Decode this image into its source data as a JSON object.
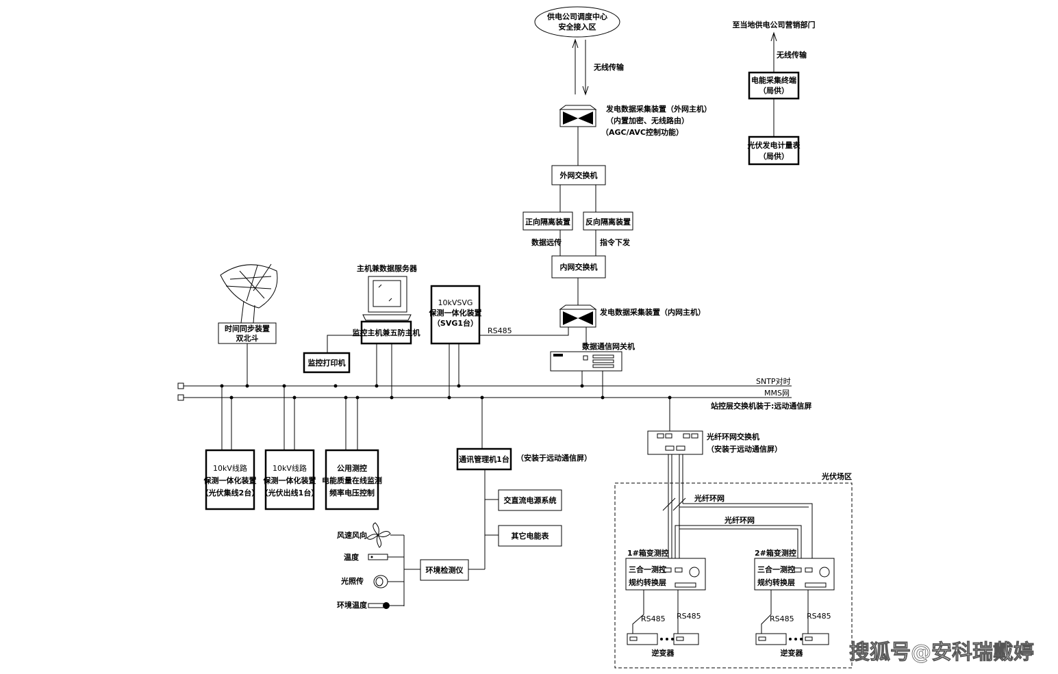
{
  "dispatch": {
    "line1": "供电公司调度中心",
    "line2": "安全接入区"
  },
  "wireless_top": "无线传输",
  "marketing": "至当地供电公司营销部门",
  "wireless_right": "无线传输",
  "energy_terminal": {
    "line1": "电能采集终端",
    "line2": "（局供）"
  },
  "pv_meter": {
    "line1": "光伏发电计量表",
    "line2": "（局供）"
  },
  "ext_host": {
    "line1": "发电数据采集装置（外网主机）",
    "line2": "（内置加密、无线路由）",
    "line3": "（AGC/AVC控制功能）"
  },
  "ext_switch": "外网交换机",
  "fwd_isolator": "正向隔离装置",
  "rev_isolator": "反向隔离装置",
  "data_up": "数据远传",
  "cmd_down": "指令下发",
  "int_switch": "内网交换机",
  "int_host": "发电数据采集装置（内网主机）",
  "gateway": "数据通信网关机",
  "server_title": "主机兼数据服务器",
  "monitor_host": "监控主机兼五防主机",
  "printer": "监控打印机",
  "time_sync": {
    "line1": "时间同步装置",
    "line2": "双北斗"
  },
  "svg": {
    "line1": "10kVSVG",
    "line2": "保测一体化装置",
    "line3": "（SVG1台）"
  },
  "rs485_top": "RS485",
  "sntp": "SNTP对时",
  "mms": "MMS网",
  "station_switch": "站控层交换机装于:远动通信屏",
  "line10kv_a": {
    "line1": "10kV线路",
    "line2": "保测一体化装置",
    "line3": "（光伏集线2台）"
  },
  "line10kv_b": {
    "line1": "10kV线路",
    "line2": "保测一体化装置",
    "line3": "（光伏出线1台）"
  },
  "public": {
    "line1": "公用测控",
    "line2": "电能质量在线监测",
    "line3": "频率电压控制"
  },
  "comm_mgr": "通讯管理机1台",
  "comm_mgr_note": "（安装于远动通信屏）",
  "power_sys": "交直流电源系统",
  "other_meter": "其它电能表",
  "env": "环境检测仪",
  "sensors": [
    "风速风向",
    "温度",
    "光照传",
    "环境温度"
  ],
  "fiber_switch": "光纤环网交换机",
  "fiber_switch_note": "（安装于远动通信屏）",
  "pv_area": "光伏场区",
  "fiber_ring1": "光纤环网",
  "fiber_ring2": "光纤环网",
  "box1": {
    "title": "1#箱变测控",
    "line1": "三合一测控",
    "line2": "规约转换层"
  },
  "box2": {
    "title": "2#箱变测控",
    "line1": "三合一测控",
    "line2": "规约转换层"
  },
  "rs485_labels": [
    "RS485",
    "RS485",
    "RS485",
    "RS485"
  ],
  "inverter": [
    "逆变器",
    "逆变器"
  ],
  "watermark": "搜狐号@安科瑞戴婷"
}
